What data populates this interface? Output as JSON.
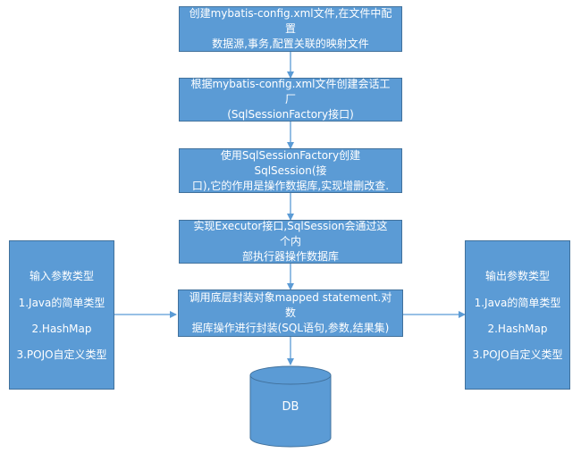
{
  "steps": [
    {
      "line1": "创建mybatis-config.xml文件,在文件中配置",
      "line2": "数据源,事务,配置关联的映射文件"
    },
    {
      "line1": "根据mybatis-config.xml文件创建会话工厂",
      "line2": "(SqlSessionFactory接口)"
    },
    {
      "line1": "使用SqlSessionFactory创建SqlSession(接",
      "line2": "口),它的作用是操作数据库,实现增删改查."
    },
    {
      "line1": "实现Executor接口,SqlSession会通过这个内",
      "line2": "部执行器操作数据库"
    },
    {
      "line1": "调用底层封装对象mapped statement.对数",
      "line2": "据库操作进行封装(SQL语句,参数,结果集)"
    }
  ],
  "input": {
    "title": "输入参数类型",
    "items": [
      "1.Java的简单类型",
      "2.HashMap",
      "3.POJO自定义类型"
    ]
  },
  "output": {
    "title": "输出参数类型",
    "items": [
      "1.Java的简单类型",
      "2.HashMap",
      "3.POJO自定义类型"
    ]
  },
  "db": {
    "label": "DB"
  },
  "colors": {
    "box_fill": "#5b9bd5",
    "box_border": "#41719c",
    "arrow": "#5b9bd5"
  }
}
